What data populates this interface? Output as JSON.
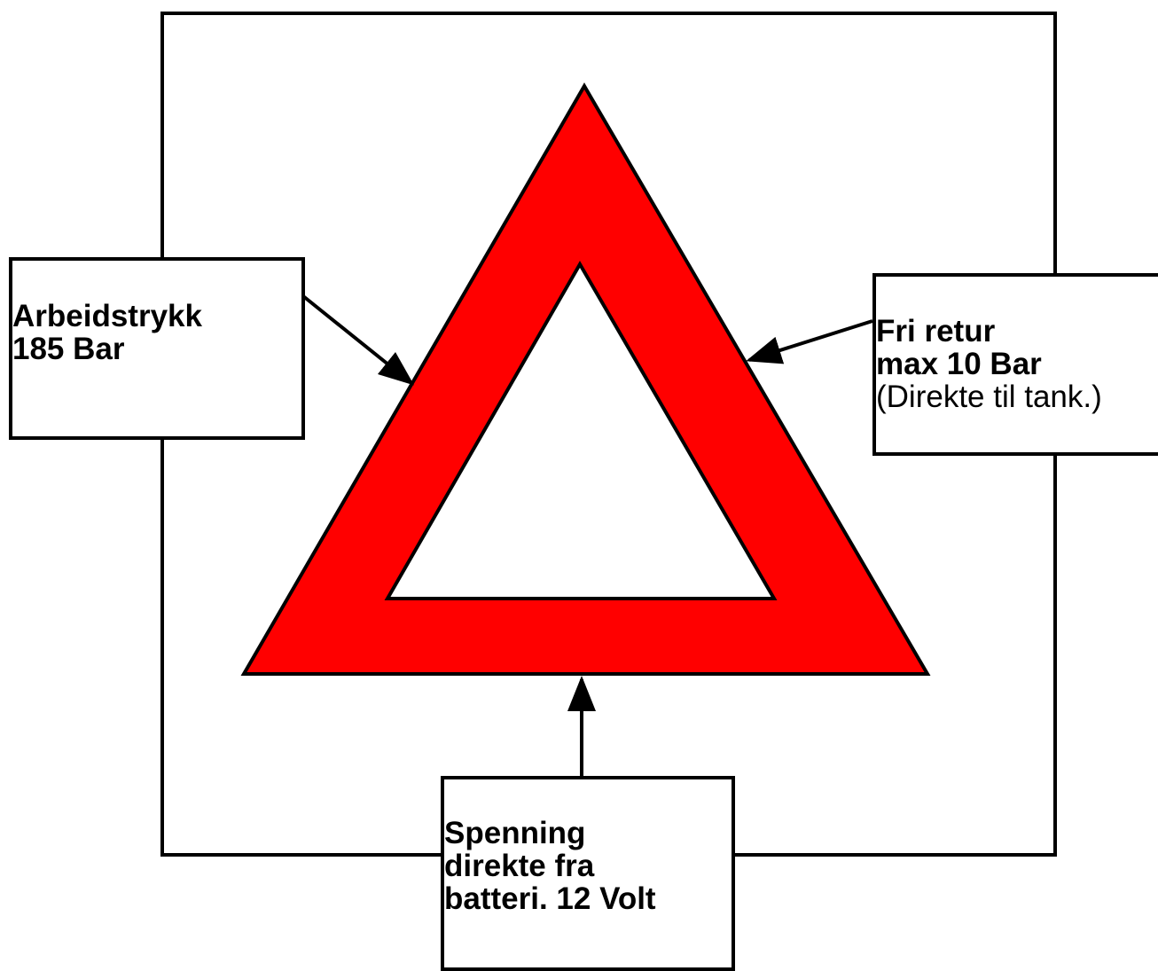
{
  "labels": {
    "working_pressure": {
      "line1": "Arbeidstrykk",
      "line2": "185  Bar"
    },
    "free_return": {
      "line1": "Fri retur",
      "line2": "max 10 Bar",
      "line3": "(Direkte til tank.)"
    },
    "voltage": {
      "line1": "Spenning",
      "line2": "direkte fra",
      "line3": "batteri.  12 Volt"
    }
  },
  "colors": {
    "triangle_fill": "#ff0000",
    "stroke": "#000000",
    "background": "#ffffff"
  }
}
